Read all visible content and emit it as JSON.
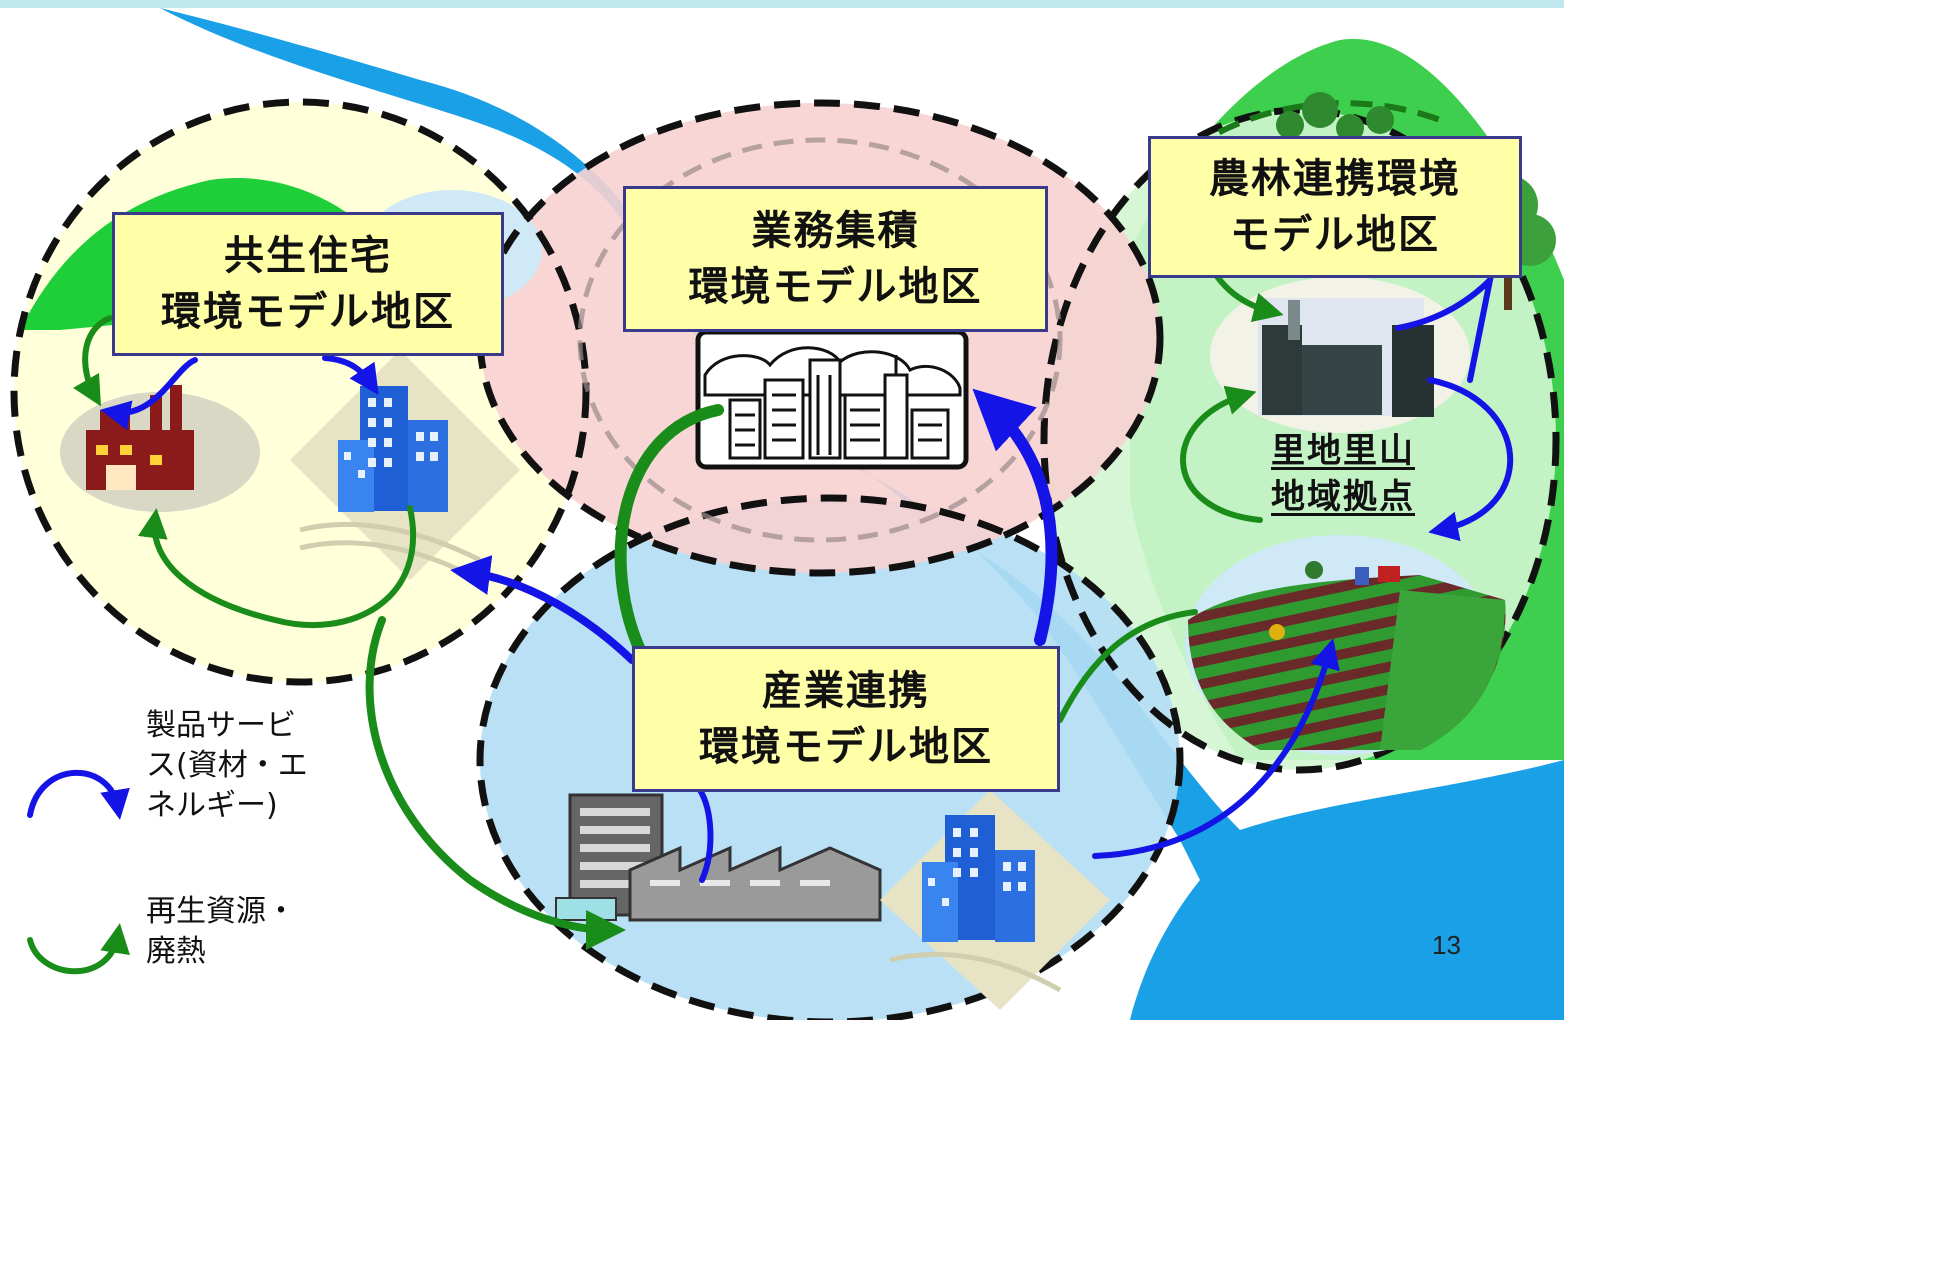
{
  "zones": {
    "residential": {
      "lines": [
        "共生住宅",
        "環境モデル地区"
      ]
    },
    "business": {
      "lines": [
        "業務集積",
        "環境モデル地区"
      ]
    },
    "agri_forestry": {
      "lines": [
        "農林連携環境",
        "モデル地区"
      ]
    },
    "industry": {
      "lines": [
        "産業連携",
        "環境モデル地区"
      ]
    }
  },
  "hub": {
    "lines": [
      "里地里山",
      "地域拠点"
    ]
  },
  "legend": {
    "product_service": {
      "lines": [
        "製品サービ",
        "ス(資材・エ",
        "ネルギー)"
      ],
      "color": "#1414e6"
    },
    "recycled": {
      "lines": [
        "再生資源・",
        "廃熱"
      ],
      "color": "#1a8c1a"
    }
  },
  "page_number": "13",
  "colors": {
    "zone_residential": "#ffffd6",
    "zone_business": "#f8d2d2",
    "zone_agri": "#d2f5d2",
    "zone_industry": "#b4ddf4",
    "water": "#1aa0e6",
    "hill": "#1fcf3a",
    "label_fill": "#ffffa8",
    "label_border": "#3a3a8c"
  },
  "icons": [
    "factory-icon",
    "office-building-icon",
    "city-skyline-icon",
    "industrial-complex-icon",
    "biogas-tanks-icon",
    "farmland-icon",
    "tree-icon"
  ]
}
